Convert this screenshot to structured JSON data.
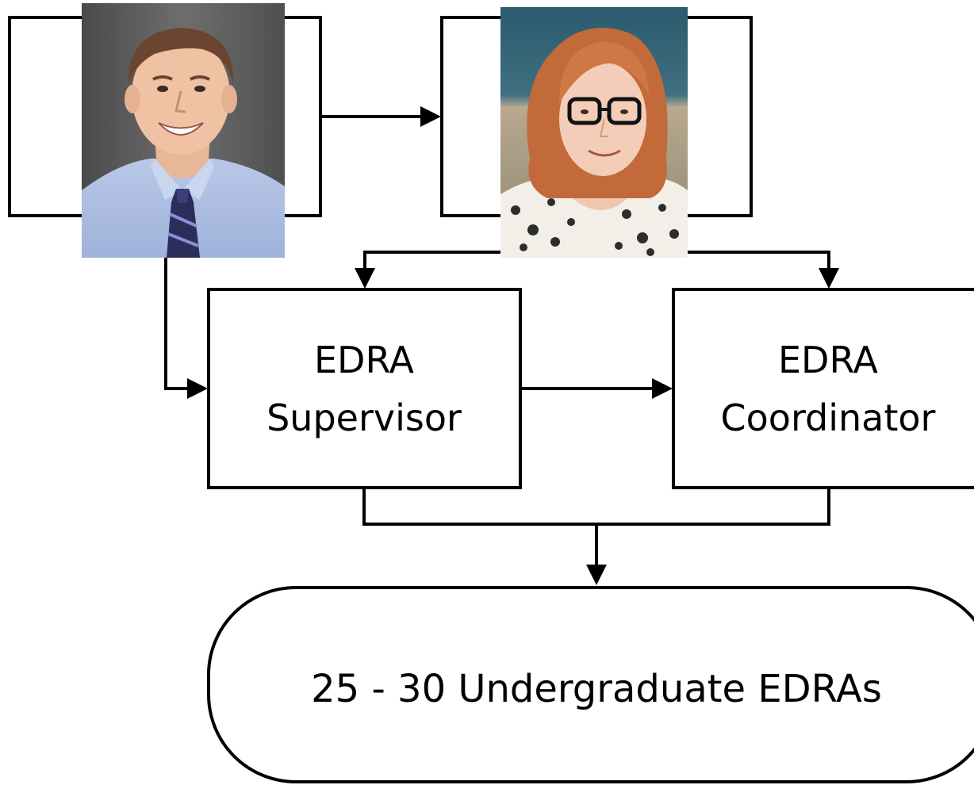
{
  "nodes": {
    "supervisor": {
      "line1": "EDRA",
      "line2": "Supervisor"
    },
    "coordinator": {
      "line1": "EDRA",
      "line2": "Coordinator"
    },
    "undergrads": {
      "label": "25 - 30 Undergraduate EDRAs"
    }
  },
  "photos": [
    {
      "name": "man-portrait",
      "description_icon": "person-photo-icon"
    },
    {
      "name": "woman-portrait",
      "description_icon": "person-photo-icon"
    }
  ],
  "colors": {
    "stroke": "#000000",
    "background": "#ffffff"
  }
}
